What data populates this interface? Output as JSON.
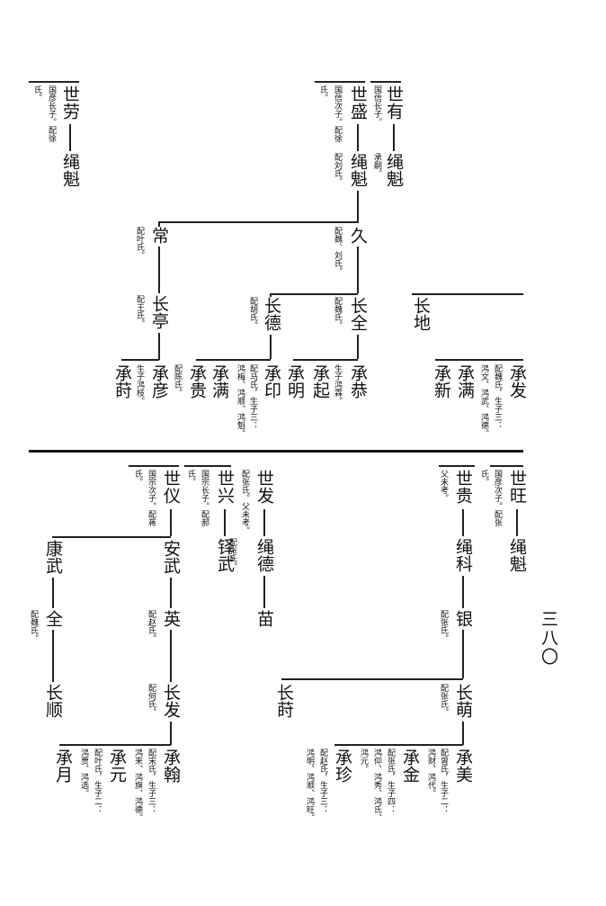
{
  "page_number": "三八〇",
  "names": {
    "shiyou": "世有",
    "shengkui_1": "绳魁",
    "shisheng": "世盛",
    "shengkui_2": "绳魁",
    "jiu": "久",
    "shilao": "世劳",
    "shengkui_3": "绳魁",
    "chang": "常",
    "changting": "长亭",
    "changde": "长德",
    "changquan": "长全",
    "changdi": "长地",
    "chengshi": "承莳",
    "chengyan": "承彦",
    "chenggui": "承贵",
    "chengman_1": "承满",
    "chengyin": "承印",
    "chengming": "承明",
    "chengqi": "承起",
    "chenggong": "承恭",
    "chengxin": "承新",
    "chengman_2": "承满",
    "chengfa": "承发",
    "shiwang": "世旺",
    "shengkui_4": "绳魁",
    "shigui": "世贵",
    "shengke": "绳科",
    "yin": "银",
    "changmeng": "长萌",
    "changshi": "长莳",
    "chengmei": "承美",
    "chengjin": "承金",
    "chengzhen": "承珍",
    "shifa": "世发",
    "shengde": "绳德",
    "miao": "苗",
    "shixing": "世兴",
    "yiwu": "铎武",
    "shiyi": "世仪",
    "anwu": "安武",
    "ying": "英",
    "changfa": "长发",
    "chenghan": "承翰",
    "chengyuan": "承元",
    "kangwu": "康武",
    "quan": "全",
    "changshun": "长顺",
    "chengyue": "承月"
  },
  "notes": {
    "shiyou": "国信长子。",
    "shiyou_b": "承嗣。",
    "shisheng": "国信次子。配徐",
    "shisheng_b": "配刘氏。",
    "shisheng_c": "氏。",
    "jiu": "配魏、刘氏。",
    "shilao_a": "国彦长子。配徐",
    "shilao_b": "氏。",
    "chang": "配叶氏。",
    "changting": "配王氏。",
    "changde": "配胡氏。",
    "changquan": "配魏氏。",
    "chengshi": "生子鸿枝。",
    "chenggui": "配陈氏。",
    "chengyin_a": "配马氏，生子三：",
    "chengyin_b": "鸿梅、鸿顺、鸿魁。",
    "chenggong": "生子鸿霖。",
    "chengfa_a": "配魏氏，生子三：",
    "chengfa_b": "鸿文、鸿武、鸿德。",
    "shiwang_a": "国彦次子。配张",
    "shiwang_b": "氏。",
    "shigui": "父未考。",
    "yin": "配张氏。",
    "changmeng": "配张氏。",
    "chengmei_a": "配曾氏，生子二：",
    "chengmei_b": "鸿财、鸿代。",
    "chengjin_a": "配张氏，生子四：",
    "chengjin_b": "鸿仰、鸿秀、鸿氏、",
    "chengjin_c": "鸿元。",
    "chengzhen_a": "配赵氏，生子三：",
    "chengzhen_b": "鸿明、鸿顺、鸿旺。",
    "shifa_a": "配张氏。父未考。",
    "shifa_b": "配张氏。",
    "shixing_a": "国宗长子。配郝",
    "shixing_b": "氏。",
    "shiyi_a": "国宗次子。配蒋",
    "shiyi_b": "氏。",
    "ying": "配赵氏。",
    "changfa": "配何氏。",
    "chenghan_a": "配宋氏，生子三：",
    "chenghan_b": "鸿来、鸿旗、鸿德。",
    "chengyuan_a": "配叶氏，生子二：",
    "chengyuan_b": "鸿贾、鸿选。",
    "quan": "配魏氏。"
  }
}
